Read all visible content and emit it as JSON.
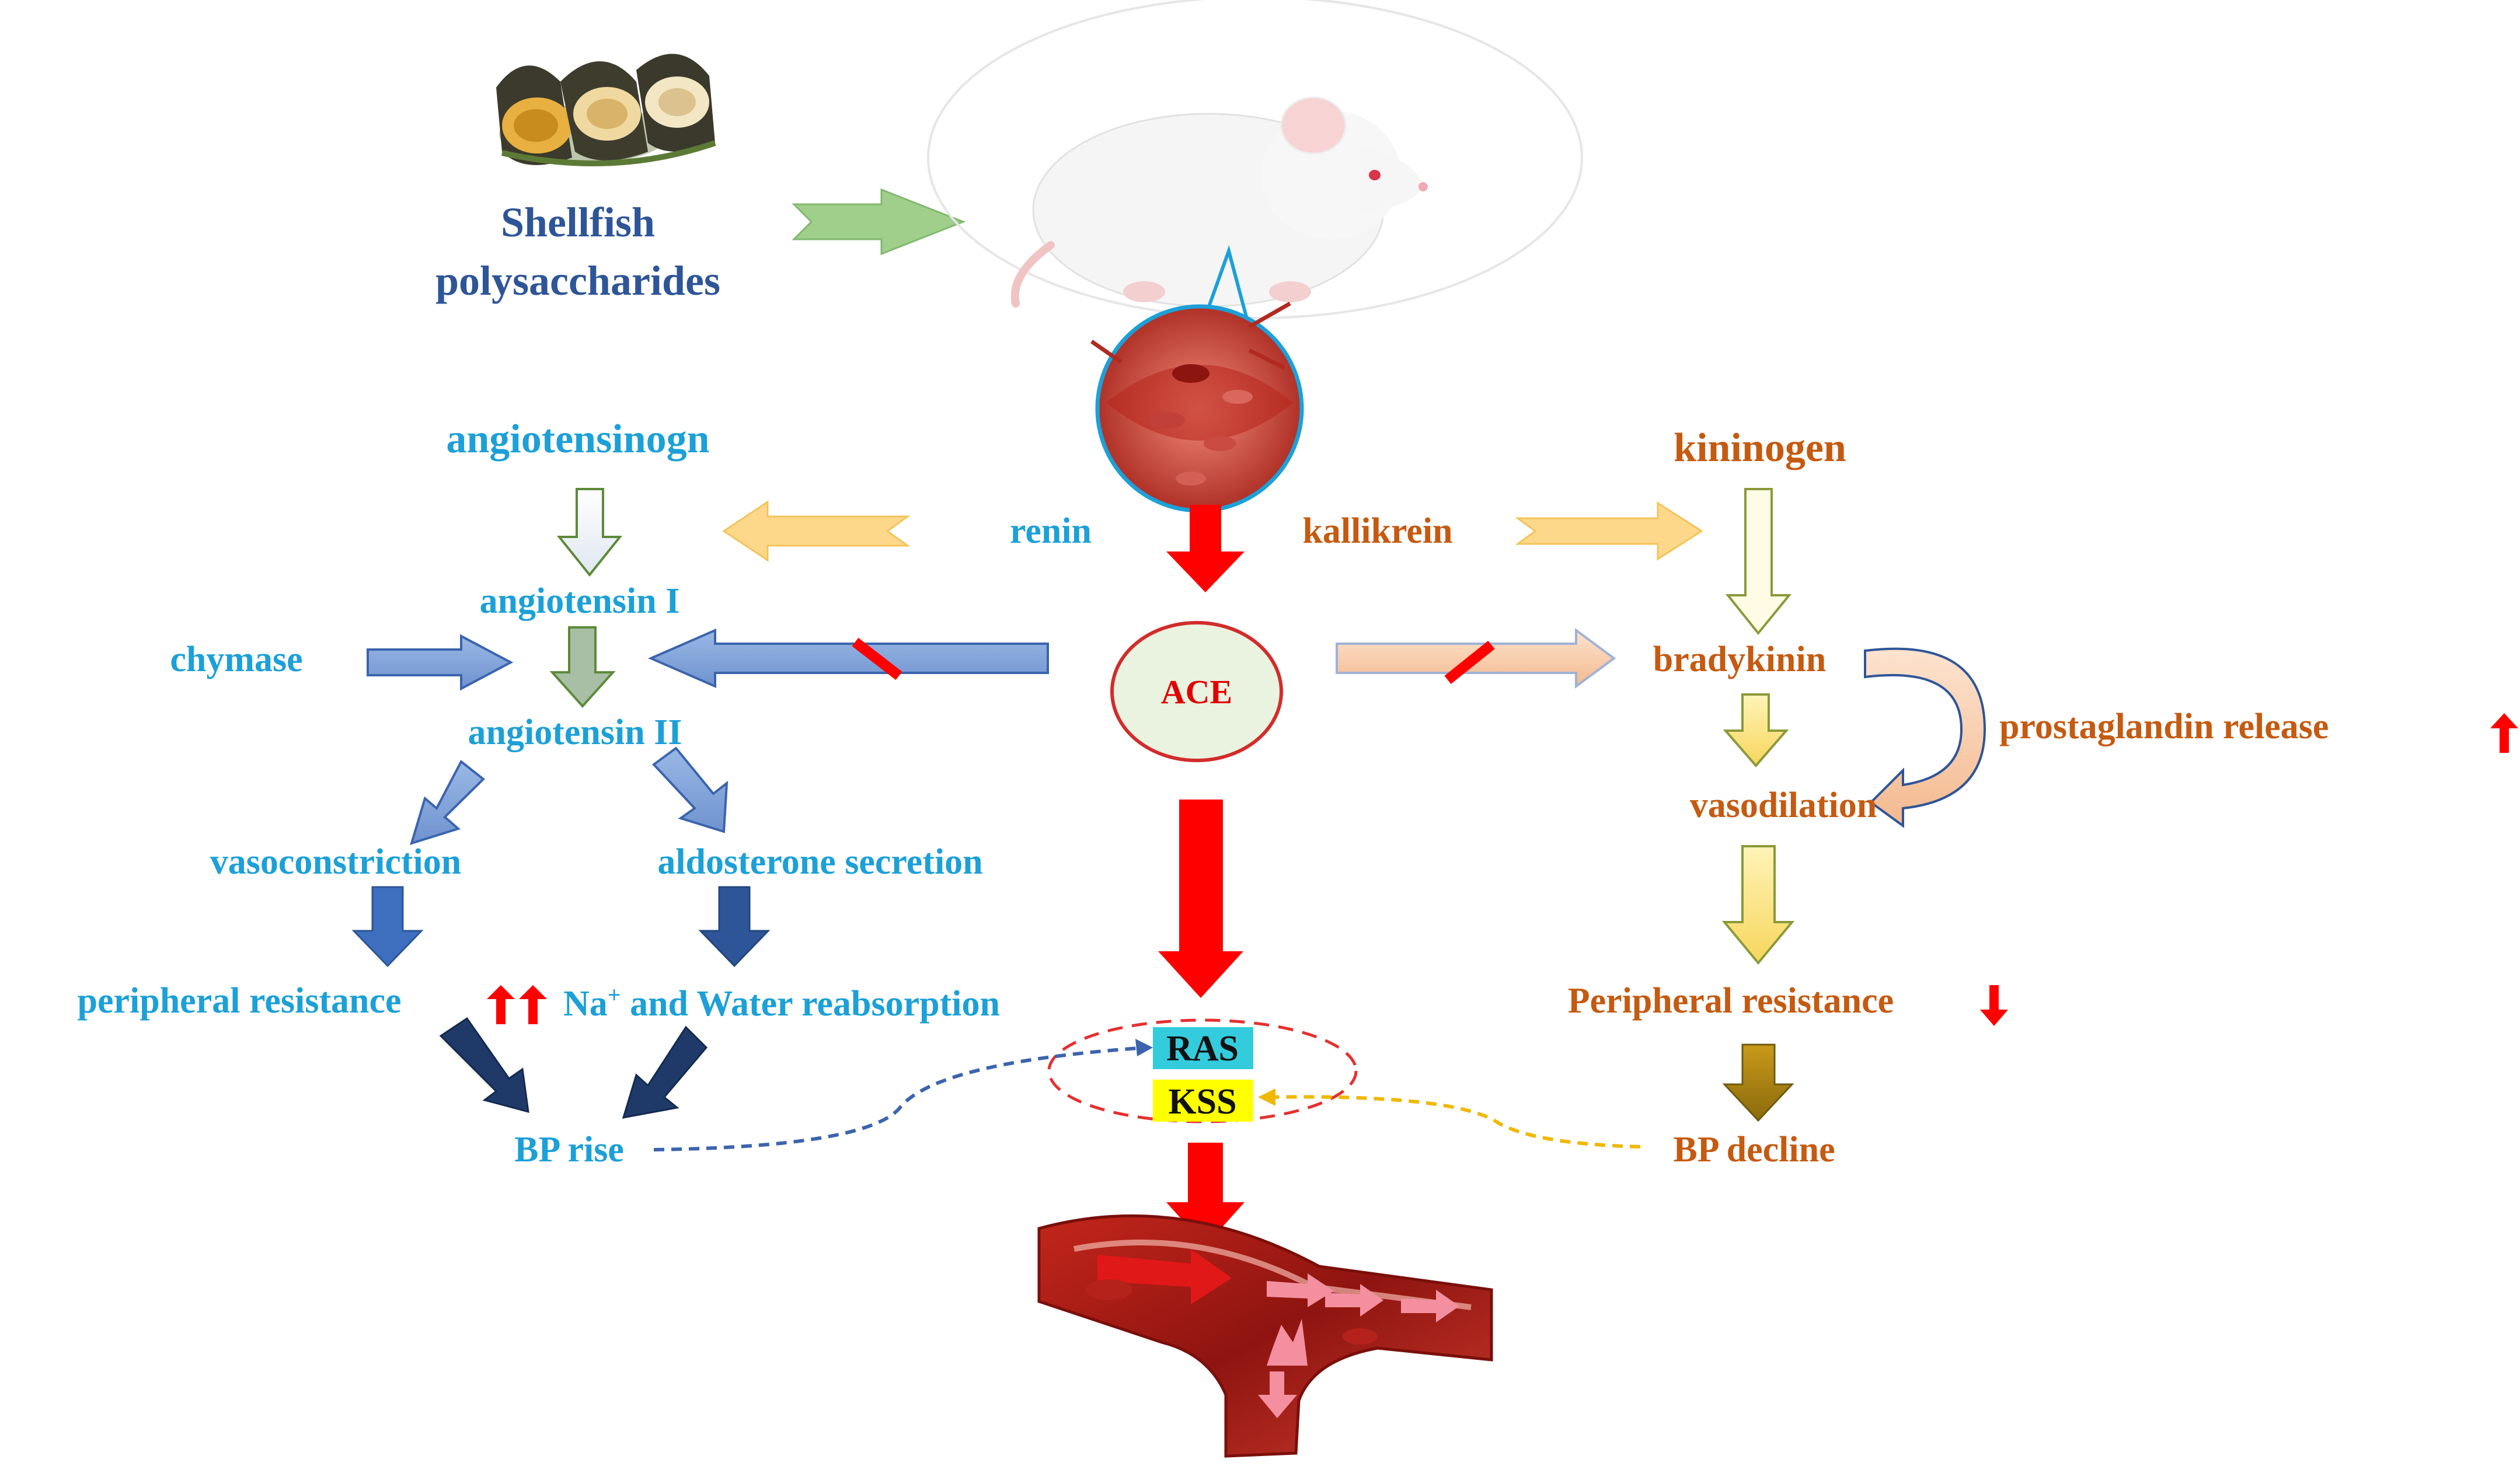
{
  "source": {
    "label": "Shellfish polysaccharides",
    "line1": "Shellfish",
    "line2": "polysaccharides"
  },
  "enzymes": {
    "renin": "renin",
    "kallikrein": "kallikrein",
    "ace": "ACE",
    "chymase": "chymase"
  },
  "ras_pathway": {
    "precursor": "angiotensinogn",
    "angiotensin_1": "angiotensin I",
    "angiotensin_2": "angiotensin II",
    "effect_left": "vasoconstriction",
    "effect_right": "aldosterone  secretion",
    "outcome_left": "peripheral  resistance",
    "outcome_right_prefix": "Na",
    "outcome_right_sup": "+",
    "outcome_right_suffix": " and Water  reabsorption",
    "result": "BP rise"
  },
  "kks_pathway": {
    "precursor": "kininogen",
    "bradykinin": "bradykinin",
    "prostaglandin": "prostaglandin  release",
    "vasodilation": "vasodilation",
    "outcome": "Peripheral  resistance",
    "result": "BP decline"
  },
  "systems": {
    "ras": "RAS",
    "kss": "KSS"
  },
  "colors": {
    "ras_text": "#1ca0d8",
    "kks_text": "#c55a11",
    "source_text": "#2e5597",
    "ace_arrow": "#ff0000",
    "ras_box": "#33ccdd",
    "kss_box": "#ffff00",
    "ace_fill": "#eaf3e0"
  }
}
